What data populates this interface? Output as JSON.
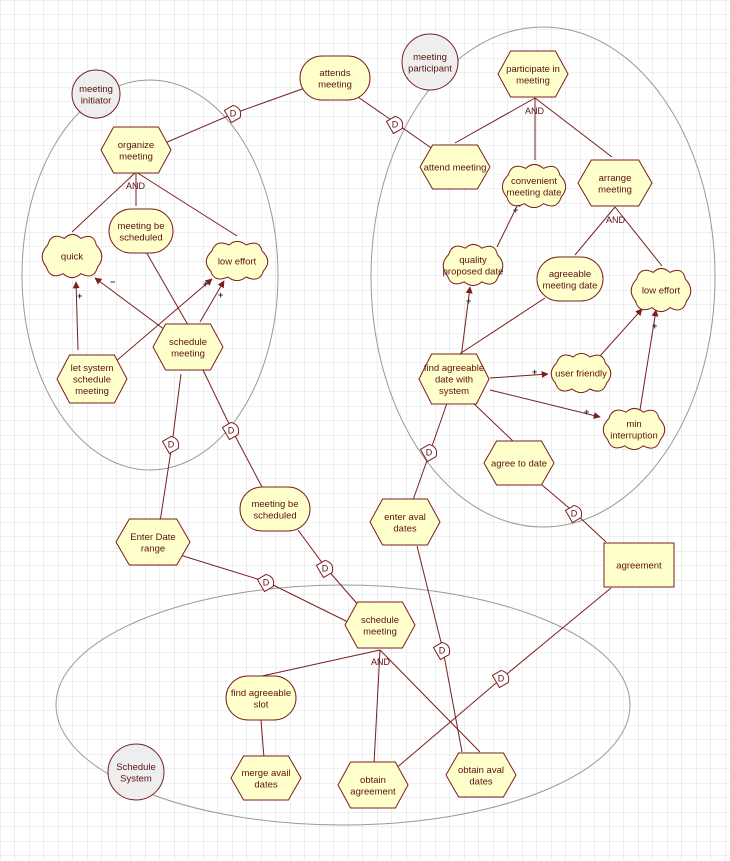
{
  "colors": {
    "node_fill": "#ffffcc",
    "actor_fill": "#eeeeee",
    "stroke": "#7a1f1f",
    "boundary": "#999999",
    "grid": "#d4d4d4",
    "text": "#5a1010"
  },
  "actors": [
    {
      "id": "meeting-initiator",
      "lines": [
        "meeting",
        "initiator"
      ]
    },
    {
      "id": "meeting-participant",
      "lines": [
        "meeting",
        "participant"
      ]
    },
    {
      "id": "schedule-system",
      "lines": [
        "Schedule",
        "System"
      ]
    }
  ],
  "goals": [
    {
      "id": "attends-meeting-goal",
      "lines": [
        "attends",
        "meeting"
      ]
    },
    {
      "id": "meeting-be-scheduled-ext",
      "lines": [
        "meeting be",
        "scheduled"
      ]
    },
    {
      "id": "meeting-be-scheduled-init",
      "lines": [
        "meeting be",
        "scheduled"
      ]
    },
    {
      "id": "agreeable-meeting-date",
      "lines": [
        "agreeable",
        "meeting date"
      ]
    },
    {
      "id": "find-agreeable-slot",
      "lines": [
        "find agreeable",
        "slot"
      ]
    }
  ],
  "tasks": [
    {
      "id": "organize-meeting",
      "lines": [
        "organize",
        "meeting"
      ]
    },
    {
      "id": "schedule-meeting-init",
      "lines": [
        "schedule",
        "meeting"
      ]
    },
    {
      "id": "let-system-schedule",
      "lines": [
        "let system",
        "schedule",
        "meeting"
      ]
    },
    {
      "id": "participate-in-meeting",
      "lines": [
        "participate in",
        "meeting"
      ]
    },
    {
      "id": "attend-meeting",
      "lines": [
        "attend meeting"
      ]
    },
    {
      "id": "arrange-meeting",
      "lines": [
        "arrange",
        "meeting"
      ]
    },
    {
      "id": "find-agreeable-date",
      "lines": [
        "find agreeable",
        "date with",
        "system"
      ]
    },
    {
      "id": "agree-to-date",
      "lines": [
        "agree to date"
      ]
    },
    {
      "id": "enter-aval-dates",
      "lines": [
        "enter aval",
        "dates"
      ]
    },
    {
      "id": "enter-date-range",
      "lines": [
        "Enter Date",
        "range"
      ]
    },
    {
      "id": "schedule-meeting-sys",
      "lines": [
        "schedule",
        "meeting"
      ]
    },
    {
      "id": "merge-avail-dates",
      "lines": [
        "merge avail",
        "dates"
      ]
    },
    {
      "id": "obtain-agreement",
      "lines": [
        "obtain",
        "agreement"
      ]
    },
    {
      "id": "obtain-aval-dates",
      "lines": [
        "obtain aval",
        "dates"
      ]
    }
  ],
  "softgoals": [
    {
      "id": "quick",
      "lines": [
        "quick"
      ]
    },
    {
      "id": "low-effort-init",
      "lines": [
        "low effort"
      ]
    },
    {
      "id": "convenient-meeting-date",
      "lines": [
        "convenient",
        "meeting date"
      ]
    },
    {
      "id": "quality-proposed-date",
      "lines": [
        "quality",
        "proposed date"
      ]
    },
    {
      "id": "low-effort-part",
      "lines": [
        "low effort"
      ]
    },
    {
      "id": "user-friendly",
      "lines": [
        "user friendly"
      ]
    },
    {
      "id": "min-interruption",
      "lines": [
        "min",
        "interruption"
      ]
    }
  ],
  "resources": [
    {
      "id": "agreement",
      "lines": [
        "agreement"
      ]
    }
  ],
  "labels": {
    "and": "AND",
    "dependency": "D",
    "plus": "+",
    "minus": "−"
  }
}
